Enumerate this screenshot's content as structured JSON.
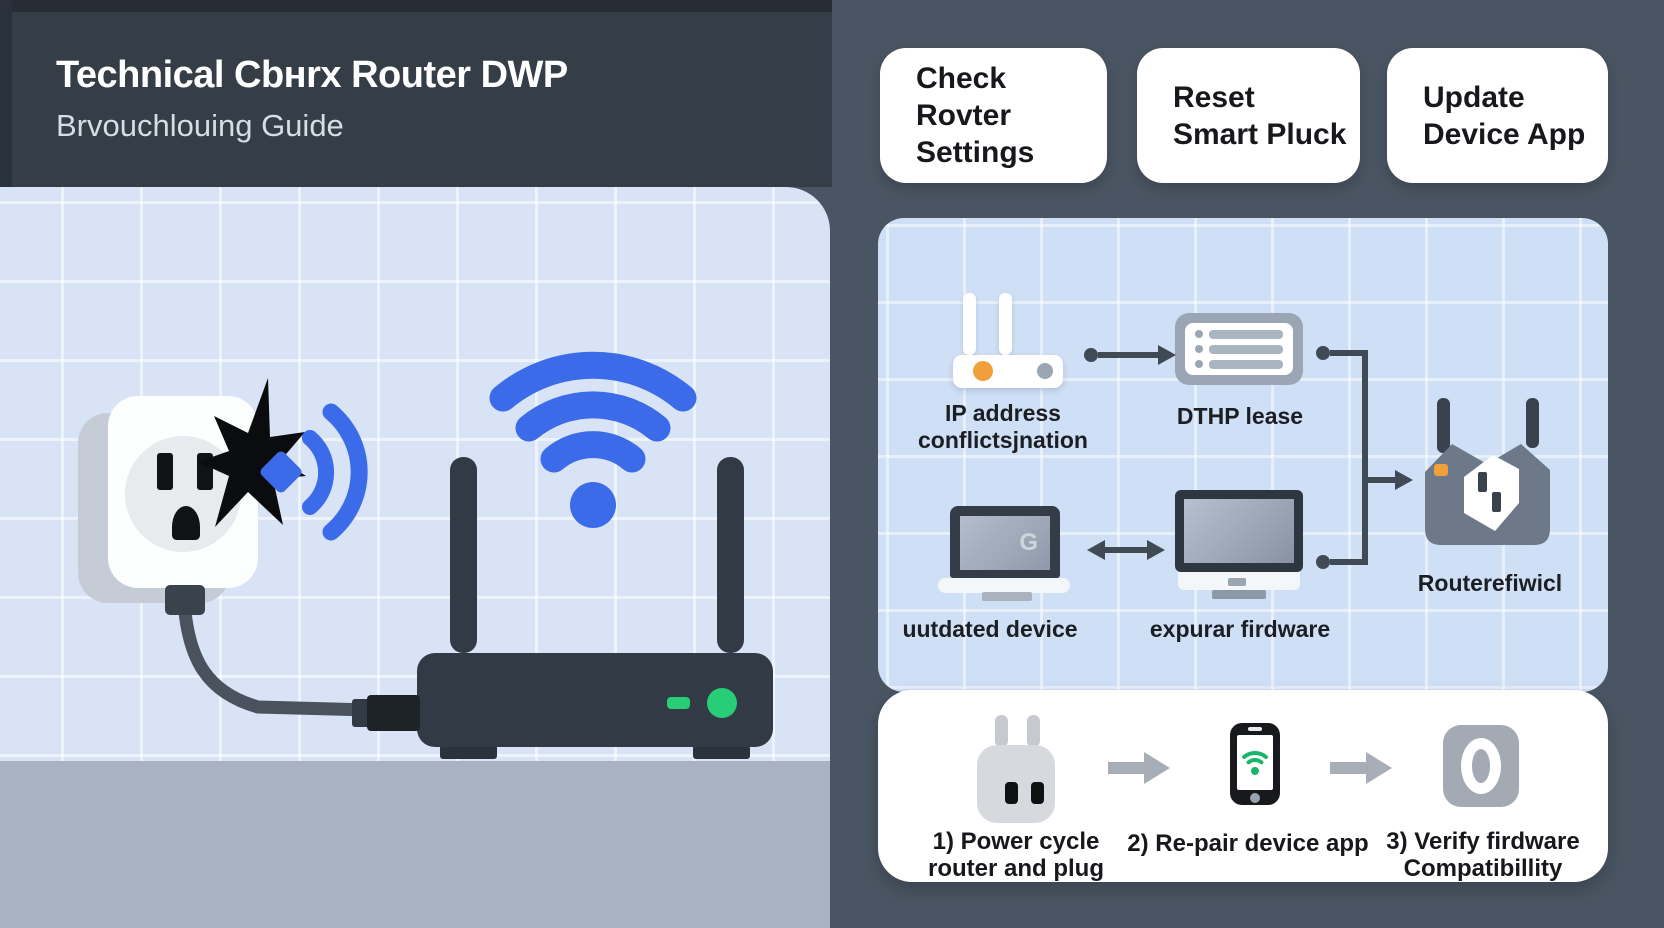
{
  "theme": {
    "slate_bg": "#4a5563",
    "header_bg": "#353d47",
    "wall": "#d8e4f6",
    "floor": "#a8b2c3",
    "panel_blue": "#cfdff5",
    "wifi_blue": "#3b6be8",
    "green": "#27ce77",
    "green_dark": "#19b56b",
    "orange": "#f0a03a",
    "gray_icon": "#9aa6b4",
    "dark_icon": "#333c47",
    "arrow_dark": "#3f4a55",
    "arrow_gray": "#a8aeb7",
    "ink": "#16181b",
    "title_sub": "#d7dde4"
  },
  "header": {
    "title": "Technical Cbнrx Router DWP",
    "subtitle": "Brvouchlouing Guide"
  },
  "cards": [
    {
      "line1": "Check Rovter",
      "line2": "Settings"
    },
    {
      "line1": "Reset",
      "line2": "Smart Pluck"
    },
    {
      "line1": "Update",
      "line2": "Device App"
    }
  ],
  "diagram": {
    "router_node": {
      "label_line1": "IP address",
      "label_line2": "conflictsjnation"
    },
    "dhcp_node": {
      "label": "DTHP lease"
    },
    "laptop_node": {
      "label": "uutdated device",
      "screen_glyph": "G"
    },
    "monitor_node": {
      "label": "expurar firdware"
    },
    "router_fw_node": {
      "label": "Routerefiwicl"
    }
  },
  "steps": [
    {
      "line1": "1) Power cycle",
      "line2": "router and plug"
    },
    {
      "line1": "2) Re-pair device app",
      "line2": ""
    },
    {
      "line1": "3) Verify firdware",
      "line2": "Compatibillity"
    }
  ]
}
